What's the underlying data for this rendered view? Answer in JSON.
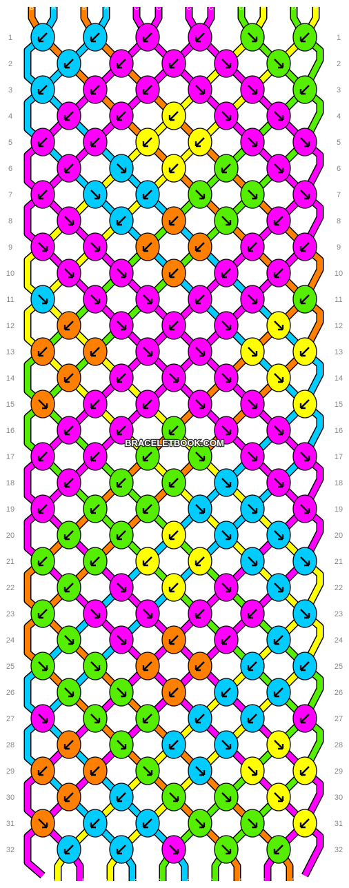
{
  "pattern": {
    "watermark": "BRACELETBOOK.COM",
    "strings_top": [
      "B",
      "A",
      "B",
      "A",
      "C",
      "C",
      "C",
      "C",
      "D",
      "E",
      "D",
      "E"
    ],
    "strings_bottom": [
      "B",
      "A",
      "B",
      "A",
      "C",
      "C",
      "C",
      "C",
      "D",
      "E",
      "D",
      "E"
    ],
    "colors": {
      "A": "#00CCFF",
      "B": "#FF8000",
      "C": "#FF00FF",
      "D": "#55EE00",
      "E": "#FFFF00"
    },
    "row_labels": [
      "1",
      "2",
      "3",
      "4",
      "5",
      "6",
      "7",
      "8",
      "9",
      "10",
      "11",
      "12",
      "13",
      "14",
      "15",
      "16",
      "17",
      "18",
      "19",
      "20",
      "21",
      "22",
      "23",
      "24",
      "25",
      "26",
      "27",
      "28",
      "29",
      "30",
      "31",
      "32"
    ],
    "knots": [
      [
        "A|sw",
        "A|sw",
        "C|sw",
        "C|sw",
        "D|se",
        "D|sw"
      ],
      [
        "A|sw",
        "C|sw",
        "C|sw",
        "C|se",
        "D|se"
      ],
      [
        "A|sw",
        "C|sw",
        "C|sw",
        "C|se",
        "C|se",
        "D|sw"
      ],
      [
        "C|sw",
        "C|sw",
        "E|sw",
        "C|se",
        "C|se"
      ],
      [
        "C|sw",
        "C|sw",
        "E|sw",
        "E|sw",
        "C|se",
        "C|se"
      ],
      [
        "C|sw",
        "A|se",
        "E|sw",
        "D|sw",
        "C|se"
      ],
      [
        "C|sw",
        "A|se",
        "A|sw",
        "D|se",
        "D|se",
        "C|se"
      ],
      [
        "C|se",
        "A|sw",
        "B|sw",
        "D|se",
        "C|sw"
      ],
      [
        "C|se",
        "C|se",
        "B|sw",
        "B|sw",
        "C|sw",
        "C|sw"
      ],
      [
        "C|se",
        "C|se",
        "B|sw",
        "C|sw",
        "C|sw"
      ],
      [
        "A|se",
        "C|se",
        "C|se",
        "C|sw",
        "C|se",
        "D|sw"
      ],
      [
        "B|sw",
        "C|se",
        "C|sw",
        "C|se",
        "E|se"
      ],
      [
        "B|sw",
        "B|sw",
        "C|se",
        "C|se",
        "E|se",
        "E|sw"
      ],
      [
        "B|sw",
        "C|sw",
        "C|se",
        "C|se",
        "E|se"
      ],
      [
        "B|se",
        "C|sw",
        "C|sw",
        "C|se",
        "C|se",
        "E|sw"
      ],
      [
        "C|sw",
        "C|sw",
        "D|sw",
        "C|se",
        "C|se"
      ],
      [
        "C|sw",
        "C|sw",
        "D|sw",
        "D|se",
        "C|se",
        "C|se"
      ],
      [
        "C|sw",
        "D|sw",
        "D|sw",
        "A|se",
        "C|se"
      ],
      [
        "C|sw",
        "D|sw",
        "D|sw",
        "A|se",
        "A|se",
        "C|se"
      ],
      [
        "D|sw",
        "D|sw",
        "E|sw",
        "A|se",
        "A|se"
      ],
      [
        "D|sw",
        "D|sw",
        "E|sw",
        "E|sw",
        "A|se",
        "A|se"
      ],
      [
        "D|sw",
        "C|se",
        "E|sw",
        "C|se",
        "A|se"
      ],
      [
        "D|sw",
        "C|se",
        "C|se",
        "C|sw",
        "C|sw",
        "A|se"
      ],
      [
        "D|se",
        "C|se",
        "B|sw",
        "C|sw",
        "A|sw"
      ],
      [
        "D|se",
        "D|se",
        "B|sw",
        "B|sw",
        "A|sw",
        "A|sw"
      ],
      [
        "D|se",
        "D|se",
        "B|sw",
        "A|sw",
        "A|sw"
      ],
      [
        "C|se",
        "D|se",
        "D|sw",
        "A|sw",
        "A|sw",
        "C|sw"
      ],
      [
        "B|sw",
        "D|se",
        "A|sw",
        "A|se",
        "E|se"
      ],
      [
        "B|sw",
        "B|sw",
        "D|se",
        "A|se",
        "E|se",
        "E|sw"
      ],
      [
        "B|sw",
        "A|sw",
        "D|se",
        "D|se",
        "E|se"
      ],
      [
        "B|se",
        "A|sw",
        "A|sw",
        "D|se",
        "D|se",
        "E|sw"
      ],
      [
        "A|sw",
        "A|sw",
        "C|se",
        "D|se",
        "D|sw"
      ]
    ]
  }
}
